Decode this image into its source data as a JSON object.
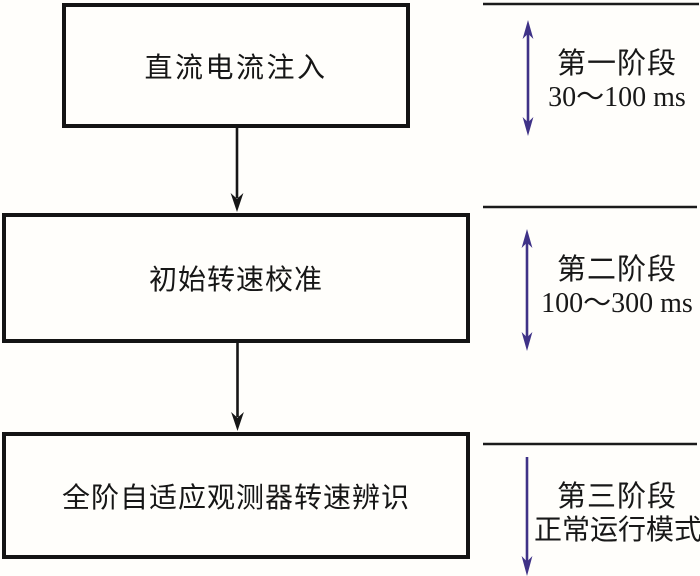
{
  "diagram": {
    "type": "flowchart",
    "boxes": [
      {
        "label": "直流电流注入"
      },
      {
        "label": "初始转速校准"
      },
      {
        "label": "全阶自适应观测器转速辨识"
      }
    ],
    "stages": [
      {
        "title": "第一阶段",
        "duration": "30～100 ms"
      },
      {
        "title": "第二阶段",
        "duration": "100～300 ms"
      },
      {
        "title": "第三阶段",
        "duration": "正常运行模式"
      }
    ],
    "colors": {
      "box_border": "#141414",
      "connector_arrow": "#161616",
      "stage_arrow": "#3f3287",
      "divider_line": "#1b1b1b",
      "background": "#fffefb"
    }
  }
}
